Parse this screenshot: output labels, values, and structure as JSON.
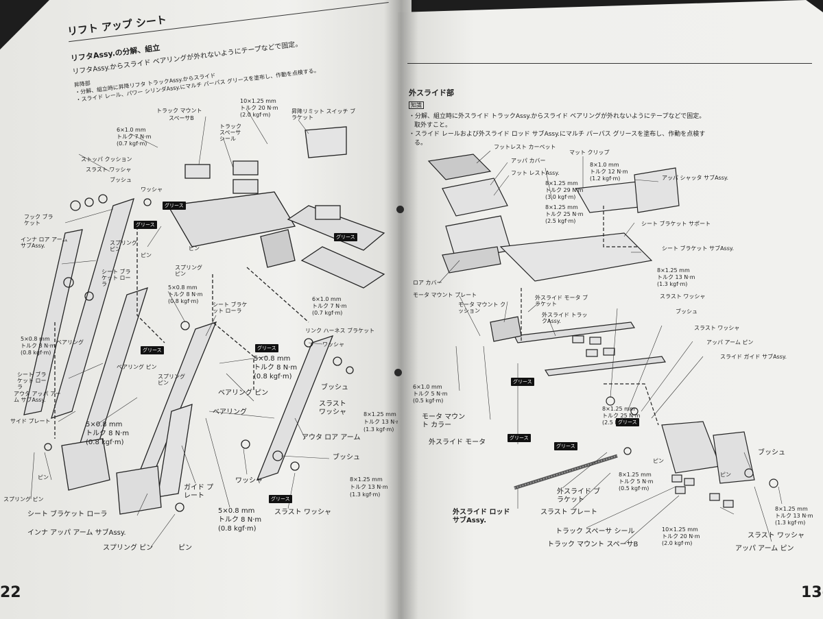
{
  "left": {
    "title": "リフト アップ シート",
    "section": "リフタAssy.の分解、組立",
    "note1": "リフタAssy.からスライド ベアリングが外れないようにテープなどで固定。",
    "note2": "昇降部",
    "note3": "・分解、組立時に昇降リフタ トラックAssy.からスライド",
    "note4": "・スライド レール、パワー シリンダAssy.にマルチ パーパス グリースを塗布し、作動を点検する。",
    "page_number": "22",
    "labels": {
      "track_mount": "トラック マウント",
      "spacer_b": "スペーサB",
      "track_spacer": "トラック スペーサ シール",
      "torque_10": "10×1.25 mm",
      "torque_10b": "トルク 20 N·m",
      "torque_10c": "(2.0 kgf·m)",
      "limit_switch": "昇降リミット スイッチ ブラケット",
      "torque_6a": "6×1.0 mm",
      "torque_6b": "トルク 7 N·m",
      "torque_6c": "(0.7 kgf·m)",
      "stopper": "ストッパ クッション",
      "thrust_washer": "スラスト ワッシャ",
      "bush": "ブッシュ",
      "washer": "ワッシャ",
      "hook_bracket": "フック ブラケット",
      "inner_lower_arm": "インナ ロア アーム サブAssy.",
      "spring_pin": "スプリング ピン",
      "pin": "ピン",
      "seat_bracket_roller": "シート ブラケット ローラ",
      "bearing": "ベアリング",
      "bearing_pin": "ベアリング ピン",
      "torque_5a": "5×0.8 mm",
      "torque_5b": "トルク 8 N·m",
      "torque_5c": "(0.8 kgf·m)",
      "outer_upper_arm": "アウタ アッパ アーム サブAssy.",
      "side_plate": "サイド プレート",
      "guide_plate": "ガイド プレート",
      "outer_lower_arm": "アウタ ロア アーム",
      "link_harness": "リンク ハーネス ブラケット",
      "inner_upper_arm": "インナ アッパ アーム サブAssy.",
      "torque_8a": "8×1.25 mm",
      "torque_8b": "トルク 13 N·m",
      "torque_8c": "(1.3 kgf·m)",
      "grease": "グリース"
    }
  },
  "right": {
    "section": "外スライド部",
    "note_title": "知識",
    "note1": "・分解、組立時に外スライド トラックAssy.からスライド ベアリングが外れないようにテープなどで固定。",
    "note1b": "取外すこと。",
    "note2": "・スライド レールおよび外スライド ロッド サブAssy.にマルチ パーパス グリースを塗布し、作動を点検す",
    "note2b": "る。",
    "page_number": "13-",
    "labels": {
      "footrest_carpet": "フットレスト カーペット",
      "upper_cover": "アッパ カバー",
      "footrest_assy": "フット レストAssy.",
      "mat_clip": "マット クリップ",
      "upper_shutter": "アッパ シャッタ サブAssy.",
      "t_8_12a": "8×1.0 mm",
      "t_8_12b": "トルク 12 N·m",
      "t_8_12c": "(1.2 kgf·m)",
      "t_8_29a": "8×1.25 mm",
      "t_8_29b": "トルク 29 N·m",
      "t_8_29c": "(3.0 kgf·m)",
      "t_8_25a": "8×1.25 mm",
      "t_8_25b": "トルク 25 N·m",
      "t_8_25c": "(2.5 kgf·m)",
      "seat_bracket_support": "シート ブラケット サポート",
      "seat_bracket_assy": "シート ブラケット サブAssy.",
      "lower_cover": "ロア カバー",
      "motor_mount_plate": "モータ マウント プレート",
      "motor_mount_cushion": "モータ マウント クッション",
      "outer_slide_motor_bracket": "外スライド モータ ブラケット",
      "outer_slide_track": "外スライド トラックAssy.",
      "t_8_13a": "8×1.25 mm",
      "t_8_13b": "トルク 13 N·m",
      "t_8_13c": "(1.3 kgf·m)",
      "thrust_washer": "スラスト ワッシャ",
      "bush": "ブッシュ",
      "upper_arm_pin": "アッパ アーム ピン",
      "slide_guide": "スライド ガイド サブAssy.",
      "t_6_5a": "6×1.0 mm",
      "t_6_5b": "トルク 5 N·m",
      "t_6_5c": "(0.5 kgf·m)",
      "motor_mount_collar": "モータ マウント カラー",
      "outer_slide_motor": "外スライド モータ",
      "pin": "ピン",
      "t_8_5a": "8×1.25 mm",
      "t_8_5b": "トルク 5 N·m",
      "t_8_5c": "(0.5 kgf·m)",
      "outer_slide_bracket": "外スライド ブラケット",
      "thrust_plate": "スラスト プレート",
      "outer_slide_rod": "外スライド ロッド サブAssy.",
      "track_spacer_seal": "トラック スペーサ シール",
      "track_mount_spacer_b": "トラック マウント スペーサB",
      "t_10_20a": "10×1.25 mm",
      "t_10_20b": "トルク 20 N·m",
      "t_10_20c": "(2.0 kgf·m)",
      "grease": "グリース"
    }
  },
  "colors": {
    "paper": "#efefec",
    "ink": "#1d1d1d",
    "background": "#1d1d1d"
  }
}
